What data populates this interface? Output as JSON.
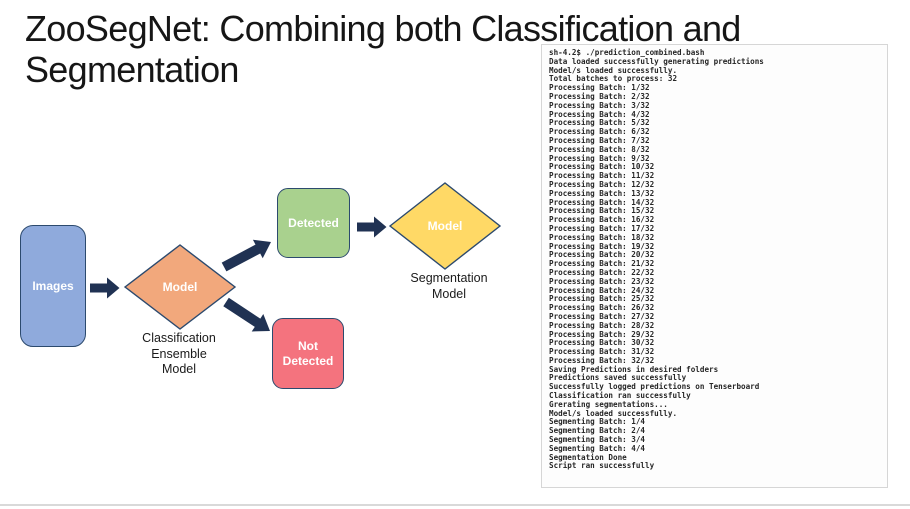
{
  "slide": {
    "title_line1": "ZooSegNet: Combining both Classification and",
    "title_line2": "Segmentation"
  },
  "diagram": {
    "images_label": "Images",
    "classification_diamond_label": "Model",
    "classification_caption": [
      "Classification",
      "Ensemble",
      "Model"
    ],
    "detected_label": "Detected",
    "not_detected_label": "Not Detected",
    "segmentation_diamond_label": "Model",
    "segmentation_caption": [
      "Segmentation",
      "Model"
    ]
  },
  "terminal": {
    "lines": [
      "sh-4.2$ ./prediction_combined.bash",
      "Data loaded successfully generating predictions",
      "Model/s loaded successfully.",
      "Total batches to process: 32",
      "Processing Batch: 1/32",
      "Processing Batch: 2/32",
      "Processing Batch: 3/32",
      "Processing Batch: 4/32",
      "Processing Batch: 5/32",
      "Processing Batch: 6/32",
      "Processing Batch: 7/32",
      "Processing Batch: 8/32",
      "Processing Batch: 9/32",
      "Processing Batch: 10/32",
      "Processing Batch: 11/32",
      "Processing Batch: 12/32",
      "Processing Batch: 13/32",
      "Processing Batch: 14/32",
      "Processing Batch: 15/32",
      "Processing Batch: 16/32",
      "Processing Batch: 17/32",
      "Processing Batch: 18/32",
      "Processing Batch: 19/32",
      "Processing Batch: 20/32",
      "Processing Batch: 21/32",
      "Processing Batch: 22/32",
      "Processing Batch: 23/32",
      "Processing Batch: 24/32",
      "Processing Batch: 25/32",
      "Processing Batch: 26/32",
      "Processing Batch: 27/32",
      "Processing Batch: 28/32",
      "Processing Batch: 29/32",
      "Processing Batch: 30/32",
      "Processing Batch: 31/32",
      "Processing Batch: 32/32",
      "Saving Predictions in desired folders",
      "Predictions saved successfully",
      "Successfully logged predictions on Tenserboard",
      "Classification ran successfully",
      "Grerating segmentations...",
      "Model/s loaded successfully.",
      "Segmenting Batch: 1/4",
      "Segmenting Batch: 2/4",
      "Segmenting Batch: 3/4",
      "Segmenting Batch: 4/4",
      "Segmentation Done",
      "Script ran successfully"
    ]
  },
  "colors": {
    "images-fill": "#8FAADC",
    "classification-fill": "#F2A87C",
    "detected-fill": "#A9D18E",
    "not-detected-fill": "#F4737E",
    "segmentation-fill": "#FFD966",
    "arrow": "#203253",
    "outline": "#2C4A6E"
  }
}
